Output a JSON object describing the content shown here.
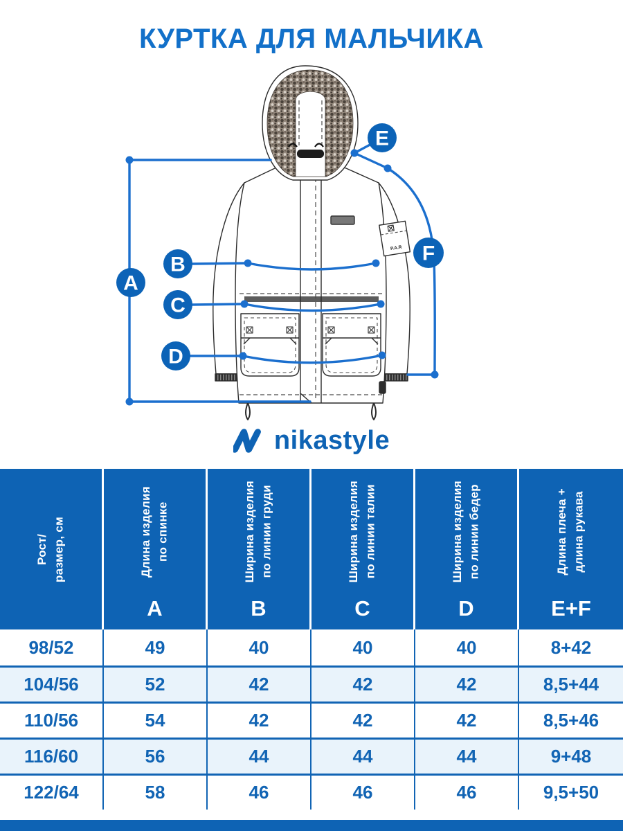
{
  "title": "КУРТКА ДЛЯ МАЛЬЧИКА",
  "brand": {
    "logo_text": "nikastyle"
  },
  "colors": {
    "header_blue": "#0e63b4",
    "title_blue": "#1270c9",
    "measure_line_blue": "#1b6fce",
    "badge_blue": "#0c63b7",
    "data_text_blue": "#1164b4",
    "alt_row_blue": "#e9f3fb"
  },
  "diagram": {
    "badges": [
      "A",
      "B",
      "C",
      "D",
      "E",
      "F"
    ],
    "arm_pocket_text": "P.A.R"
  },
  "table": {
    "headers": [
      {
        "label": "Рост/\nразмер, см",
        "letter": ""
      },
      {
        "label": "Длина изделия\nпо спинке",
        "letter": "A"
      },
      {
        "label": "Ширина изделия\nпо линии груди",
        "letter": "B"
      },
      {
        "label": "Ширина изделия\nпо линии талии",
        "letter": "C"
      },
      {
        "label": "Ширина изделия\nпо линии бедер",
        "letter": "D"
      },
      {
        "label": "Длина плеча +\nдлина рукава",
        "letter": "E+F"
      }
    ],
    "rows": [
      [
        "98/52",
        "49",
        "40",
        "40",
        "40",
        "8+42"
      ],
      [
        "104/56",
        "52",
        "42",
        "42",
        "42",
        "8,5+44"
      ],
      [
        "110/56",
        "54",
        "42",
        "42",
        "42",
        "8,5+46"
      ],
      [
        "116/60",
        "56",
        "44",
        "44",
        "44",
        "9+48"
      ],
      [
        "122/64",
        "58",
        "46",
        "46",
        "46",
        "9,5+50"
      ]
    ]
  }
}
